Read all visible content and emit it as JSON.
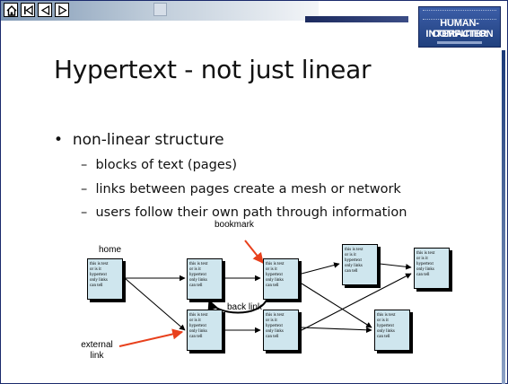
{
  "colors": {
    "accent_navy": "#1a2a6c",
    "page_fill": "#cfe6ee",
    "arrow_red": "#e8401c"
  },
  "nav": [
    {
      "name": "home-icon",
      "glyph": "home"
    },
    {
      "name": "first-slide-icon",
      "glyph": "first"
    },
    {
      "name": "previous-slide-icon",
      "glyph": "prev"
    },
    {
      "name": "next-slide-icon",
      "glyph": "next"
    }
  ],
  "logo": {
    "line1": "HUMAN-COMPUTER",
    "line2": "INTERACTION"
  },
  "slide": {
    "title": "Hypertext - not just linear",
    "bullet": "non-linear structure",
    "sub_items": [
      "blocks of text (pages)",
      "links between pages create a mesh or network",
      "users follow their own path through information"
    ]
  },
  "diagram": {
    "page_lines": [
      "this is text",
      "or is it",
      "hypertext",
      "only links",
      "can tell"
    ],
    "label_home": "home",
    "label_bookmark": "bookmark",
    "label_back_link": "back link",
    "label_external_1": "external",
    "label_external_2": "link"
  }
}
